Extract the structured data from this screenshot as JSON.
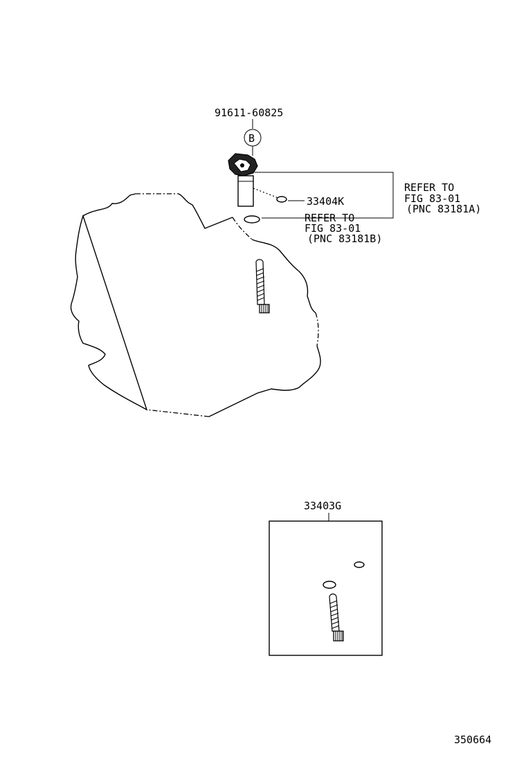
{
  "diagram": {
    "labels": {
      "bolt_part": "91611-60825",
      "bolt_ref": "B",
      "washer_part": "33404K",
      "refer_a_line1": "REFER TO",
      "refer_a_line2": "FIG 83-01",
      "refer_a_line3": "(PNC 83181A)",
      "refer_b_line1": "REFER TO",
      "refer_b_line2": "FIG 83-01",
      "refer_b_line3": "(PNC 83181B)",
      "kit_part": "33403G",
      "figure_number": "350664"
    },
    "icons": [
      "speed-sensor-icon",
      "oring-icon",
      "washer-icon",
      "driven-gear-shaft-icon",
      "transmission-case-outline-icon"
    ]
  }
}
